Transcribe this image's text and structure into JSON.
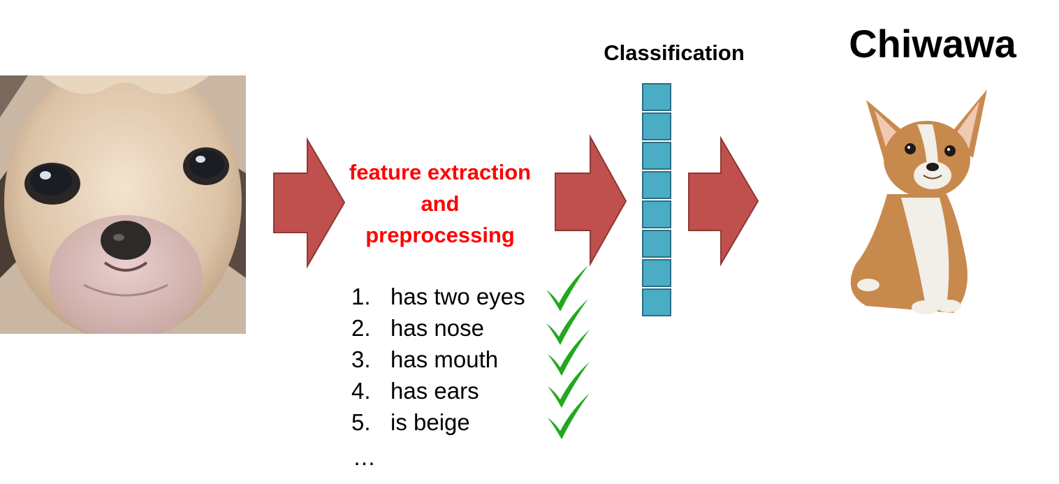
{
  "feature_step": {
    "lines": [
      "feature extraction",
      "and",
      "preprocessing"
    ]
  },
  "features": [
    {
      "num": "1.",
      "text": "has two eyes",
      "checked": true
    },
    {
      "num": "2.",
      "text": "has nose",
      "checked": true
    },
    {
      "num": "3.",
      "text": "has mouth",
      "checked": true
    },
    {
      "num": "4.",
      "text": "has ears",
      "checked": true
    },
    {
      "num": "5.",
      "text": "is beige",
      "checked": true
    }
  ],
  "more_indicator": "…",
  "classification": {
    "title": "Classification",
    "cell_count": 8
  },
  "result": {
    "label": "Chiwawa"
  },
  "images": {
    "input": "chihuahua-closeup-photo",
    "output": "chihuahua-figurine-photo"
  },
  "colors": {
    "arrow_fill": "#c0504d",
    "arrow_stroke": "#8c3836",
    "feature_text": "#ff0000",
    "check": "#22a81e",
    "cell_fill": "#4bacc6",
    "cell_stroke": "#2c6e82"
  }
}
